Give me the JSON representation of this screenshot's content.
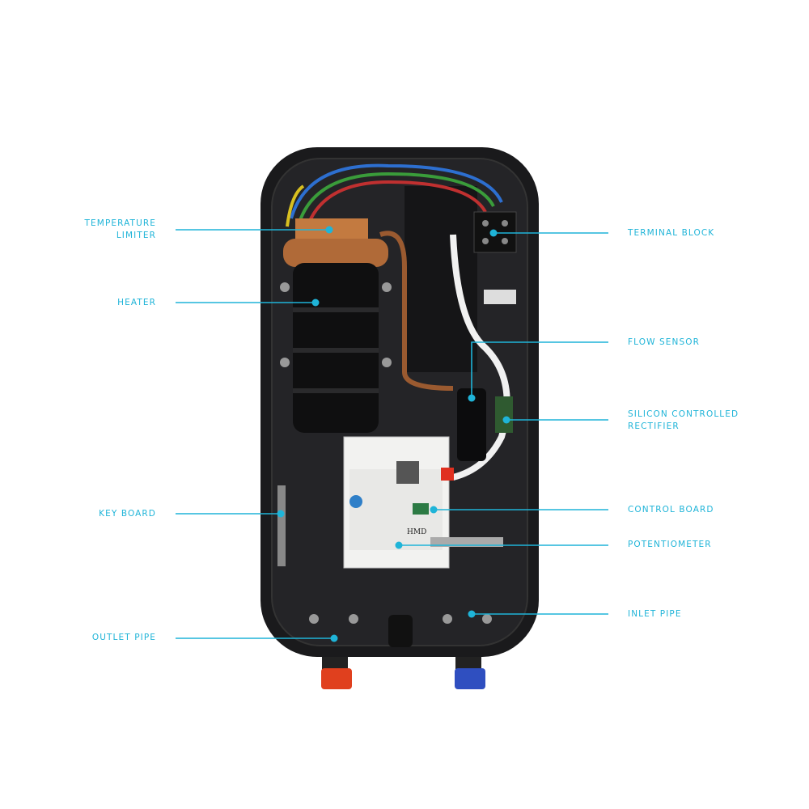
{
  "colors": {
    "accent": "#1fb4d8",
    "body": "#1a1a1c",
    "outlet_cap": "#e0401e",
    "inlet_cap": "#2f4fc0"
  },
  "labels": {
    "temperature_limiter": "TEMPERATURE\nLIMITER",
    "heater": "HEATER",
    "key_board": "KEY BOARD",
    "outlet_pipe": "OUTLET PIPE",
    "terminal_block": "TERMINAL BLOCK",
    "flow_sensor": "FLOW SENSOR",
    "scr": "SILICON CONTROLLED\nRECTIFIER",
    "control_board": "CONTROL BOARD",
    "potentiometer": "POTENTIOMETER",
    "inlet_pipe": "INLET PIPE"
  },
  "board_text": "HMD"
}
